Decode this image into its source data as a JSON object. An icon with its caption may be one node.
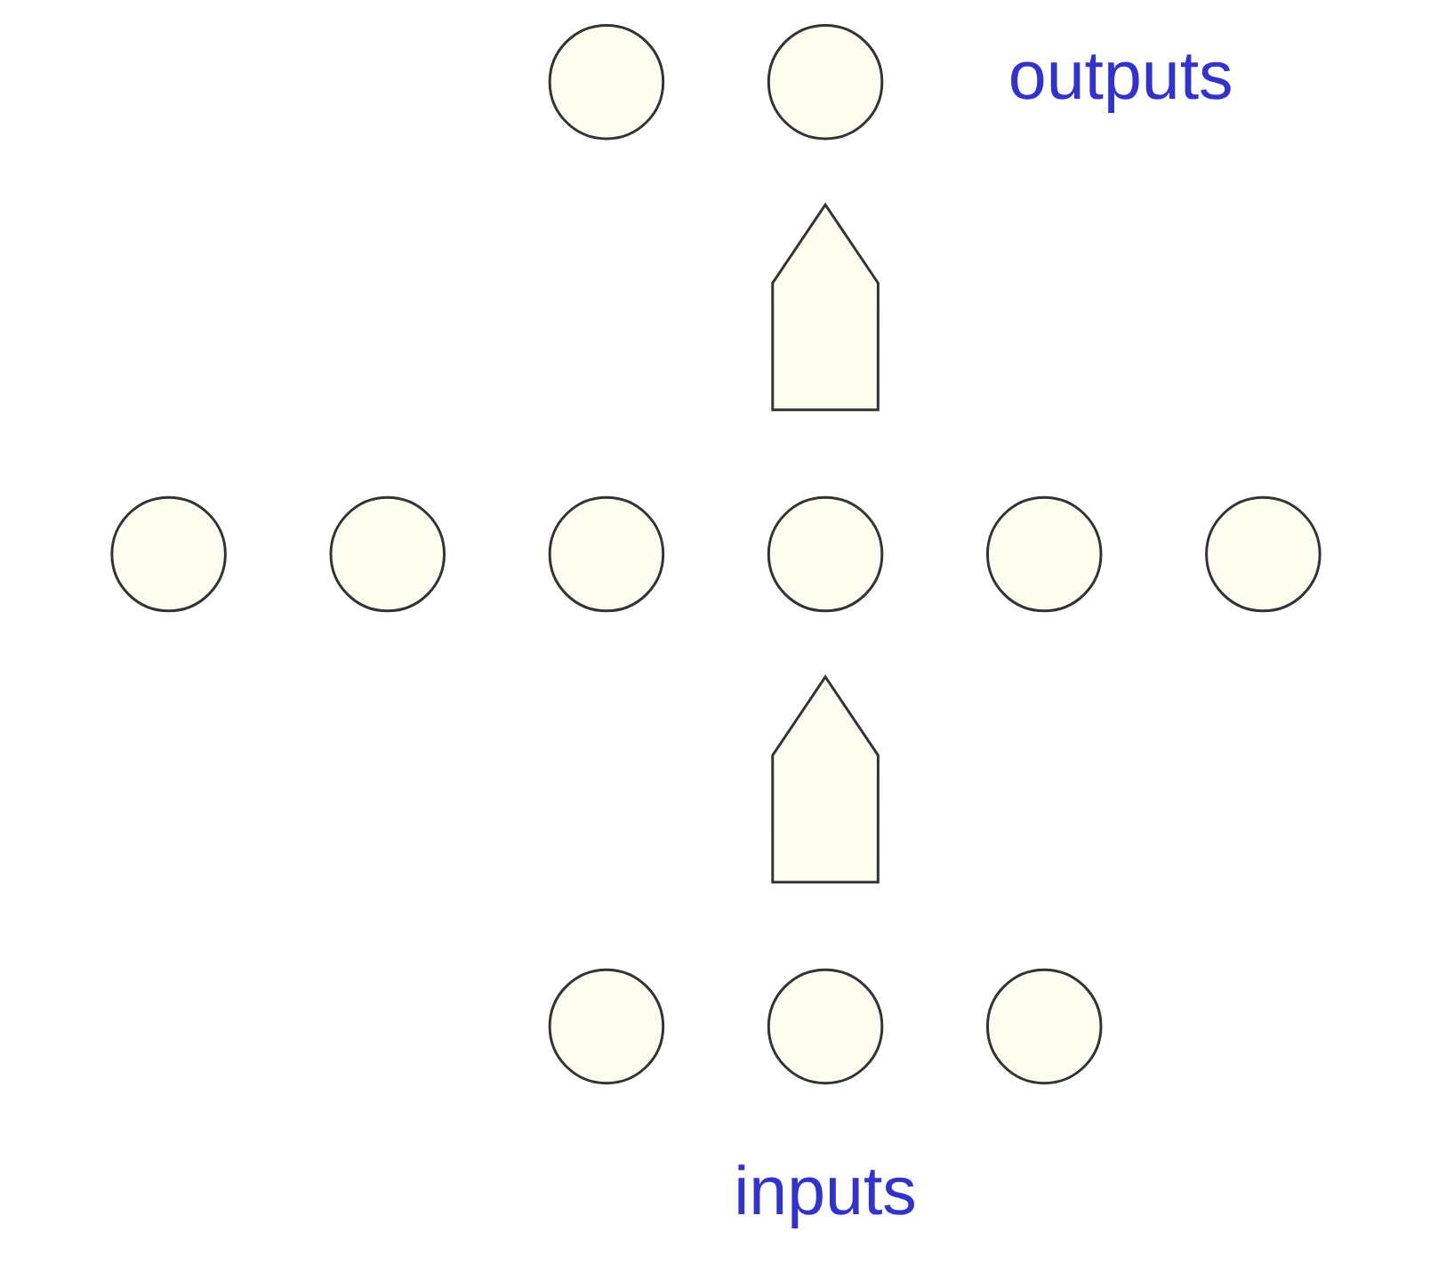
{
  "diagram": {
    "nodes": [
      {
        "text": [],
        "shape": "circle"
      },
      {
        "text": [],
        "shape": "circle"
      },
      {
        "text": [],
        "shape": "arrow"
      },
      {
        "text": [],
        "shape": "circle"
      },
      {
        "text": [],
        "shape": "circle"
      },
      {
        "text": [],
        "shape": "circle"
      },
      {
        "text": [],
        "shape": "circle"
      },
      {
        "text": [],
        "shape": "circle"
      },
      {
        "text": [],
        "shape": "circle"
      },
      {
        "text": [],
        "shape": "arrow"
      },
      {
        "text": [],
        "shape": "circle"
      },
      {
        "text": [],
        "shape": "circle"
      },
      {
        "text": [],
        "shape": "circle"
      }
    ],
    "labels": [
      "outputs",
      "inputs"
    ]
  }
}
